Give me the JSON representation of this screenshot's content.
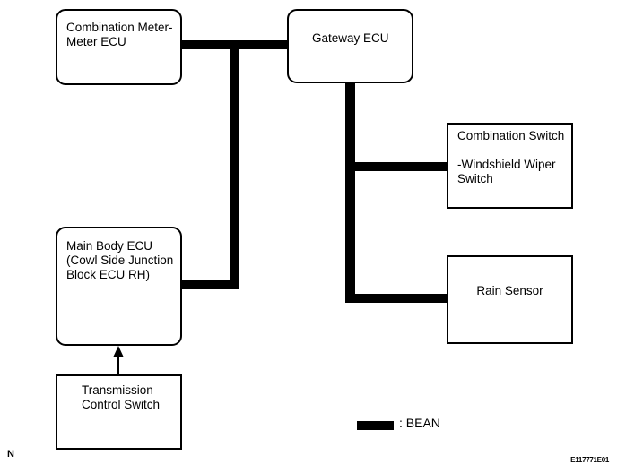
{
  "diagram": {
    "title_implicit": "BEAN network wiring diagram",
    "nodes": {
      "combination_meter": {
        "lines": [
          "Combination Meter-",
          "Meter ECU"
        ],
        "shape": "rounded"
      },
      "gateway": {
        "lines": [
          "Gateway ECU"
        ],
        "shape": "rounded"
      },
      "combination_switch": {
        "lines": [
          "Combination Switch",
          "",
          "-Windshield Wiper",
          "Switch"
        ],
        "shape": "rect"
      },
      "rain_sensor": {
        "lines": [
          "Rain Sensor"
        ],
        "shape": "rect"
      },
      "main_body": {
        "lines": [
          "Main Body ECU",
          "(Cowl Side Junction",
          "Block ECU RH)"
        ],
        "shape": "rounded"
      },
      "transmission": {
        "lines": [
          "Transmission",
          "Control Switch"
        ],
        "shape": "rect"
      }
    },
    "connections": [
      {
        "from": "combination_meter",
        "to": "gateway",
        "type": "BEAN bus"
      },
      {
        "from": "bean_bus",
        "to": "main_body",
        "type": "BEAN bus"
      },
      {
        "from": "gateway",
        "to": "combination_switch",
        "type": "BEAN bus"
      },
      {
        "from": "gateway",
        "to": "rain_sensor",
        "type": "BEAN bus"
      },
      {
        "from": "transmission",
        "to": "main_body",
        "type": "arrow"
      }
    ],
    "legend": {
      "label": ": BEAN",
      "swatch": "thick-black-bar"
    },
    "footer": {
      "page_marker": "N",
      "figure_code": "E117771E01"
    },
    "colors": {
      "bus": "#000000",
      "border": "#000000",
      "text": "#000000",
      "background": "#ffffff"
    }
  }
}
